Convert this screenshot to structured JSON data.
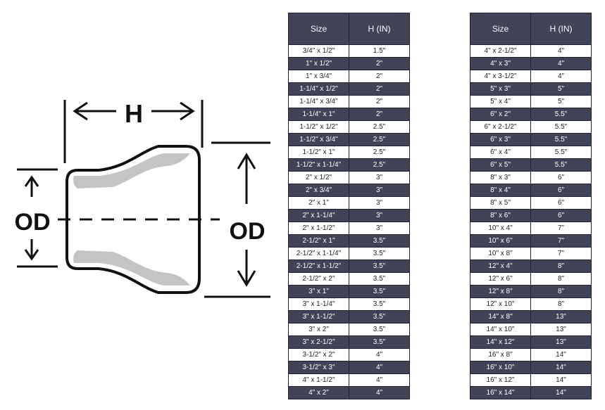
{
  "diagram": {
    "h_label": "H",
    "od_small_label": "OD",
    "od_large_label": "OD"
  },
  "tables": [
    {
      "headers": [
        "Size",
        "H (IN)"
      ],
      "rows": [
        [
          "3/4\" x 1/2\"",
          "1.5\""
        ],
        [
          "1\" x 1/2\"",
          "2\""
        ],
        [
          "1\" x 3/4\"",
          "2\""
        ],
        [
          "1-1/4\" x 1/2\"",
          "2\""
        ],
        [
          "1-1/4\" x 3/4\"",
          "2\""
        ],
        [
          "1-1/4\" x 1\"",
          "2\""
        ],
        [
          "1-1/2\" x 1/2\"",
          "2.5\""
        ],
        [
          "1-1/2\" x 3/4\"",
          "2.5\""
        ],
        [
          "1-1/2\" x 1\"",
          "2.5\""
        ],
        [
          "1-1/2\" x 1-1/4\"",
          "2.5\""
        ],
        [
          "2\" x 1/2\"",
          "3\""
        ],
        [
          "2\" x 3/4\"",
          "3\""
        ],
        [
          "2\" x 1\"",
          "3\""
        ],
        [
          "2\" x 1-1/4\"",
          "3\""
        ],
        [
          "2\" x 1-1/2\"",
          "3\""
        ],
        [
          "2-1/2\" x 1\"",
          "3.5\""
        ],
        [
          "2-1/2\" x 1-1/4\"",
          "3.5\""
        ],
        [
          "2-1/2\" x 1-1/2\"",
          "3.5\""
        ],
        [
          "2-1/2\" x 2\"",
          "3.5\""
        ],
        [
          "3\" x 1\"",
          "3.5\""
        ],
        [
          "3\" x 1-1/4\"",
          "3.5\""
        ],
        [
          "3\" x 1-1/2\"",
          "3.5\""
        ],
        [
          "3\" x 2\"",
          "3.5\""
        ],
        [
          "3\" x 2-1/2\"",
          "3.5\""
        ],
        [
          "3-1/2\" x 2\"",
          "4\""
        ],
        [
          "3-1/2\" x 3\"",
          "4\""
        ],
        [
          "4\" x 1-1/2\"",
          "4\""
        ],
        [
          "4\" x 2\"",
          "4\""
        ]
      ]
    },
    {
      "headers": [
        "Size",
        "H (IN)"
      ],
      "rows": [
        [
          "4\" x 2-1/2\"",
          "4\""
        ],
        [
          "4\" x 3\"",
          "4\""
        ],
        [
          "4\" x 3-1/2\"",
          "4\""
        ],
        [
          "5\" x 3\"",
          "5\""
        ],
        [
          "5\" x 4\"",
          "5\""
        ],
        [
          "6\" x 2\"",
          "5.5\""
        ],
        [
          "6\" x 2-1/2\"",
          "5.5\""
        ],
        [
          "6\" x 3\"",
          "5.5\""
        ],
        [
          "6\" x 4\"",
          "5.5\""
        ],
        [
          "6\" x 5\"",
          "5.5\""
        ],
        [
          "8\" x 3\"",
          "6\""
        ],
        [
          "8\" x 4\"",
          "6\""
        ],
        [
          "8\" x 5\"",
          "6\""
        ],
        [
          "8\" x 6\"",
          "6\""
        ],
        [
          "10\" x 4\"",
          "7\""
        ],
        [
          "10\" x 6\"",
          "7\""
        ],
        [
          "10\" x 8\"",
          "7\""
        ],
        [
          "12\" x 4\"",
          "8\""
        ],
        [
          "12\" x 6\"",
          "8\""
        ],
        [
          "12\" x 8\"",
          "8\""
        ],
        [
          "12\" x 10\"",
          "8\""
        ],
        [
          "14\" x 8\"",
          "13\""
        ],
        [
          "14\" x 10\"",
          "13\""
        ],
        [
          "14\" x 12\"",
          "13\""
        ],
        [
          "16\" x 8\"",
          "14\""
        ],
        [
          "16\" x 10\"",
          "14\""
        ],
        [
          "16\" x 12\"",
          "14\""
        ],
        [
          "16\" x 14\"",
          "14\""
        ]
      ]
    }
  ]
}
